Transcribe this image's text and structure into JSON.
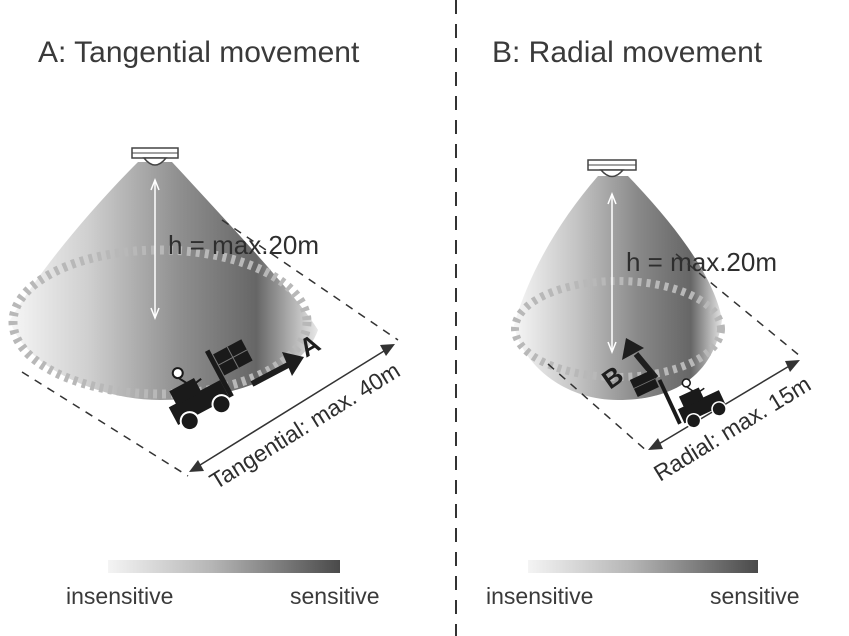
{
  "panel_a": {
    "title": "A: Tangential movement",
    "height_label": "h = max.20m",
    "distance_label": "Tangential: max. 40m",
    "movement_letter": "A"
  },
  "panel_b": {
    "title": "B: Radial movement",
    "height_label": "h = max.20m",
    "distance_label": "Radial: max. 15m",
    "movement_letter": "B"
  },
  "legend": {
    "low_label": "insensitive",
    "high_label": "sensitive"
  },
  "colors": {
    "text": "#3a3a3a",
    "cone_dark": "#555555",
    "cone_light": "#f4f4f4",
    "ring": "#b8b8b8",
    "arrow": "#222222",
    "divider": "#333333"
  }
}
